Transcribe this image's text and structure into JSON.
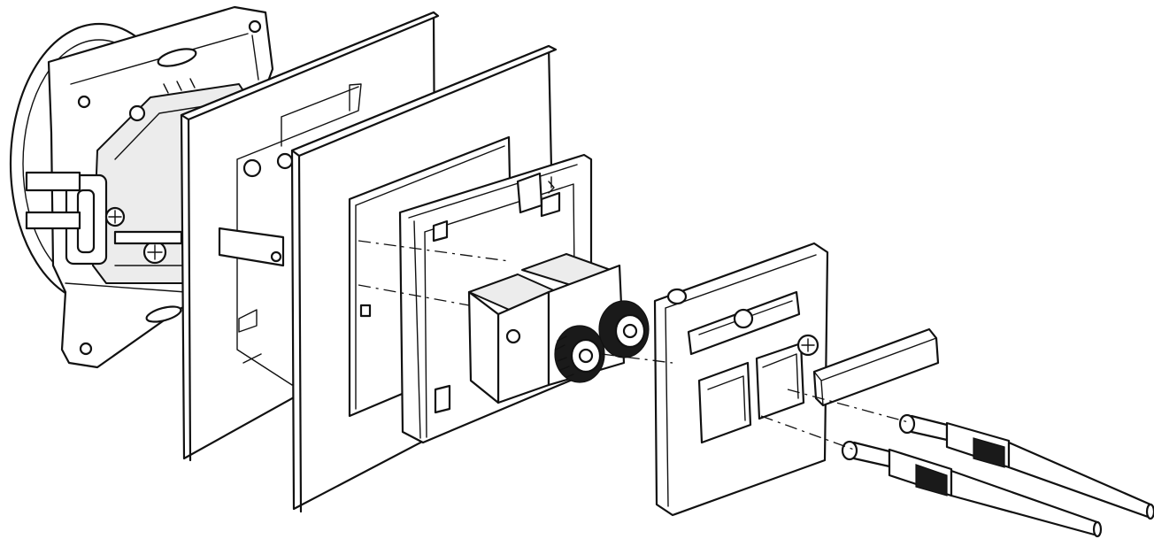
{
  "diagram": {
    "kind": "exploded-assembly",
    "components": [
      {
        "id": "mounting-box",
        "icon": "flush-box-with-claws"
      },
      {
        "id": "cover-frame-outer",
        "icon": "square-frame"
      },
      {
        "id": "cover-frame-inner",
        "icon": "square-frame"
      },
      {
        "id": "terminal-insert",
        "icon": "twin-binding-post-module"
      },
      {
        "id": "cover-plate",
        "icon": "plate-with-two-openings"
      },
      {
        "id": "label-strip",
        "icon": "blank-label"
      },
      {
        "id": "banana-plugs",
        "icon": "pair-of-banana-plugs"
      }
    ],
    "colors": {
      "line": "#111111",
      "fill": "#ffffff",
      "shade": "#ececec"
    }
  }
}
